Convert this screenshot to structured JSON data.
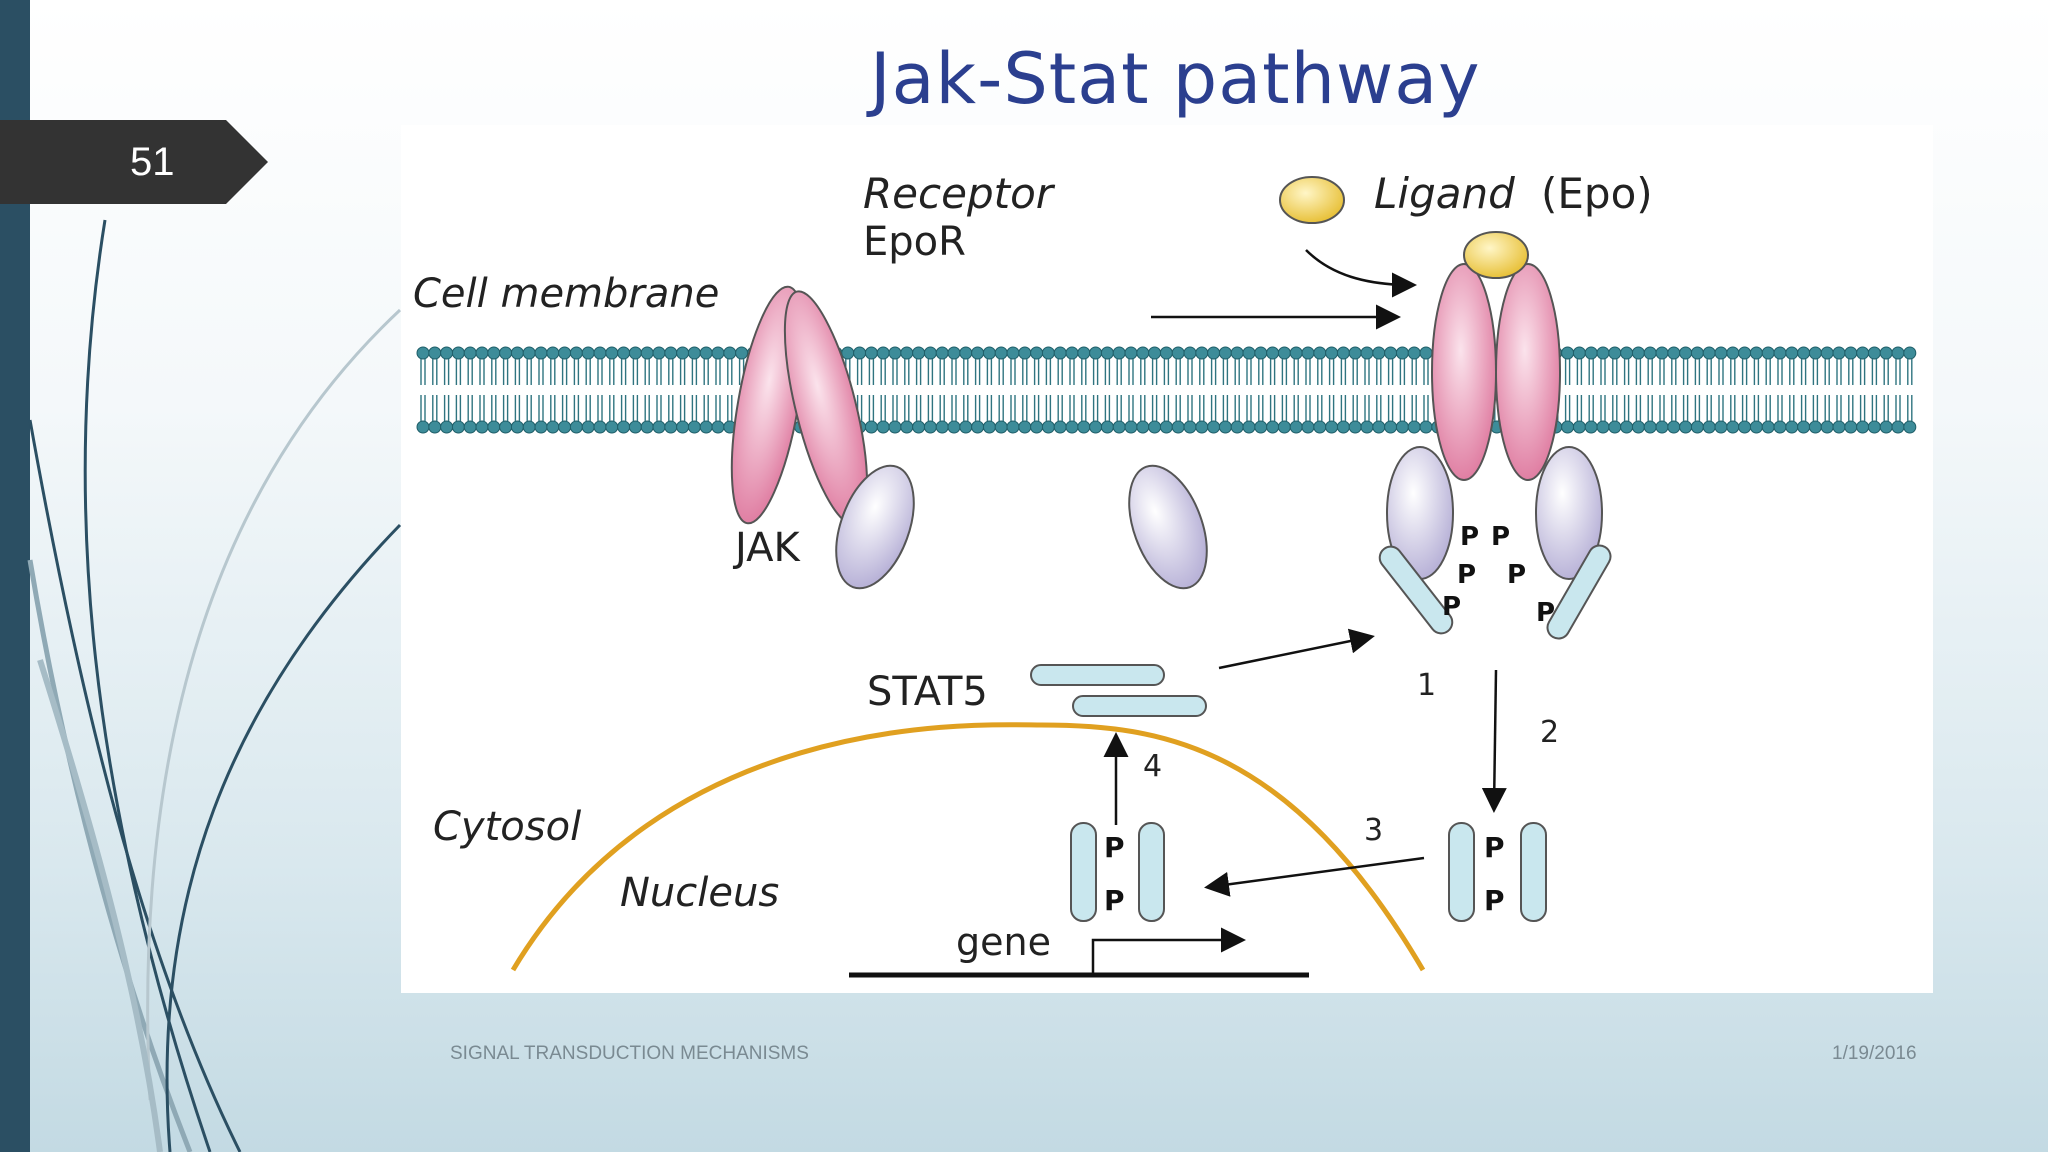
{
  "slide": {
    "number": "51",
    "title": "Jak-Stat pathway",
    "footer_text": "SIGNAL TRANSDUCTION MECHANISMS",
    "date": "1/19/2016"
  },
  "diagram": {
    "receptor_label": "Receptor",
    "receptor_name": "EpoR",
    "ligand_label": "Ligand",
    "ligand_name": "(Epo)",
    "membrane_label": "Cell membrane",
    "jak_label": "JAK",
    "stat_label": "STAT5",
    "cytosol_label": "Cytosol",
    "nucleus_label": "Nucleus",
    "gene_label": "gene",
    "phospho_label": "P",
    "step_labels": [
      "1",
      "2",
      "3",
      "4"
    ]
  },
  "colors": {
    "title": "#2b3f8f",
    "receptor_pink": "#e8a0b8",
    "jak_lavender": "#cfcbe4",
    "stat_blue": "#c9e7ee",
    "membrane_teal": "#3d8c99",
    "nucleus_orange": "#e0a020",
    "ligand_yellow": "#f2d35a",
    "sidebar": "#2b4f63"
  }
}
